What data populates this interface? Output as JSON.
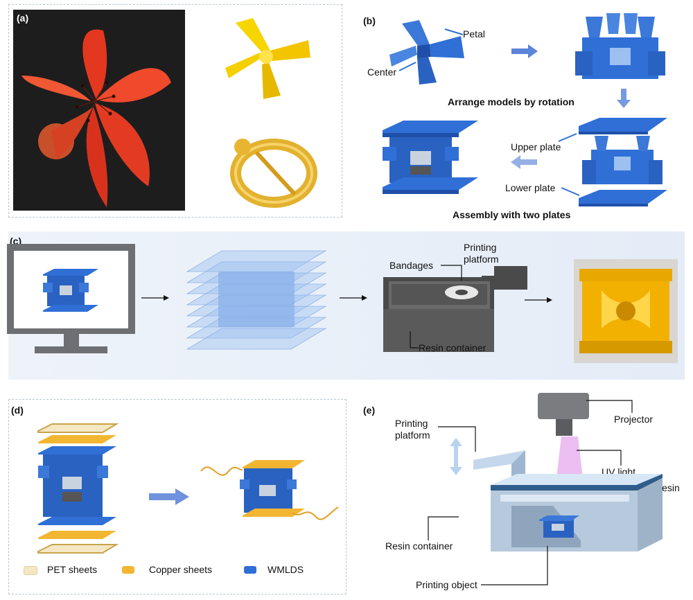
{
  "panels": {
    "a": {
      "letter": "(a)"
    },
    "b": {
      "letter": "(b)",
      "petal_label": "Petal",
      "center_label": "Center",
      "arrange_caption": "Arrange models by rotation",
      "upper_plate_label": "Upper plate",
      "lower_plate_label": "Lower plate",
      "assembly_caption": "Assembly with two plates"
    },
    "c": {
      "letter": "(c)",
      "bandages_label": "Bandages",
      "printing_platform_label_line1": "Printing",
      "printing_platform_label_line2": "platform",
      "resin_container_label": "Resin container"
    },
    "d": {
      "letter": "(d)",
      "legend": [
        {
          "label": "PET sheets",
          "color": "#f4e7c4"
        },
        {
          "label": "Copper sheets",
          "color": "#f2b632"
        },
        {
          "label": "WMLDS",
          "color": "#2f6fd6"
        }
      ]
    },
    "e": {
      "letter": "(e)",
      "printing_platform_line1": "Printing",
      "printing_platform_line2": "platform",
      "projector_label": "Projector",
      "uv_light_label": "UV light",
      "resin_label": "Resin",
      "resin_container_label": "Resin container",
      "printing_object_label": "Printing object"
    }
  },
  "colors": {
    "blue": "#2f6fd6",
    "dark_blue": "#1f4fa8",
    "orange_flower": "#e8432a",
    "yellow": "#f2c500",
    "gold": "#e8b531",
    "gray_container": "#4a4a4a"
  }
}
